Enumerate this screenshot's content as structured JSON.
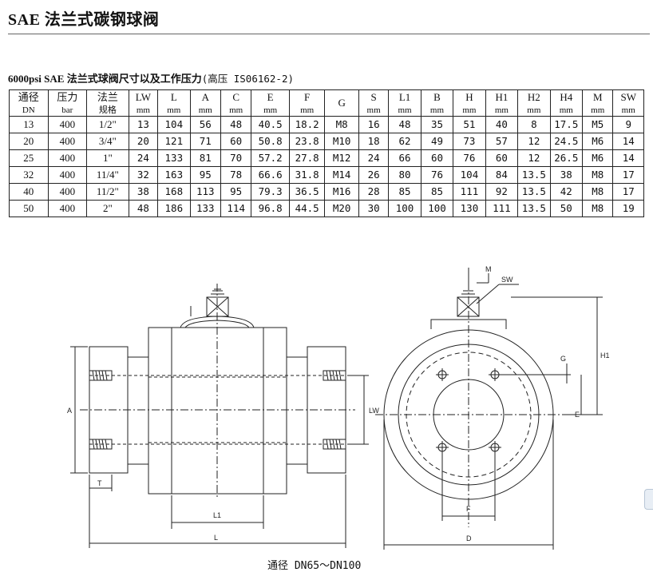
{
  "header": {
    "title": "SAE 法兰式碳钢球阀"
  },
  "caption": {
    "bold_part": "6000psi SAE 法兰式球阀尺寸以及工作压力",
    "rest": "(高压 IS06162-2)"
  },
  "table": {
    "headers": [
      {
        "top": "通径",
        "bottom": "DN"
      },
      {
        "top": "压力",
        "bottom": "bar"
      },
      {
        "top": "法兰",
        "bottom": "规格"
      },
      {
        "top": "LW",
        "bottom": "mm"
      },
      {
        "top": "L",
        "bottom": "mm"
      },
      {
        "top": "A",
        "bottom": "mm"
      },
      {
        "top": "C",
        "bottom": "mm"
      },
      {
        "top": "E",
        "bottom": "mm"
      },
      {
        "top": "F",
        "bottom": "mm"
      },
      {
        "top": "G",
        "bottom": ""
      },
      {
        "top": "S",
        "bottom": "mm"
      },
      {
        "top": "L1",
        "bottom": "mm"
      },
      {
        "top": "B",
        "bottom": "mm"
      },
      {
        "top": "H",
        "bottom": "mm"
      },
      {
        "top": "H1",
        "bottom": "mm"
      },
      {
        "top": "H2",
        "bottom": "mm"
      },
      {
        "top": "H4",
        "bottom": "mm"
      },
      {
        "top": "M",
        "bottom": "mm"
      },
      {
        "top": "SW",
        "bottom": "mm"
      }
    ],
    "rows": [
      [
        "13",
        "400",
        "1/2\"",
        "13",
        "104",
        "56",
        "48",
        "40.5",
        "18.2",
        "M8",
        "16",
        "48",
        "35",
        "51",
        "40",
        "8",
        "17.5",
        "M5",
        "9"
      ],
      [
        "20",
        "400",
        "3/4\"",
        "20",
        "121",
        "71",
        "60",
        "50.8",
        "23.8",
        "M10",
        "18",
        "62",
        "49",
        "73",
        "57",
        "12",
        "24.5",
        "M6",
        "14"
      ],
      [
        "25",
        "400",
        "1\"",
        "24",
        "133",
        "81",
        "70",
        "57.2",
        "27.8",
        "M12",
        "24",
        "66",
        "60",
        "76",
        "60",
        "12",
        "26.5",
        "M6",
        "14"
      ],
      [
        "32",
        "400",
        "11/4\"",
        "32",
        "163",
        "95",
        "78",
        "66.6",
        "31.8",
        "M14",
        "26",
        "80",
        "76",
        "104",
        "84",
        "13.5",
        "38",
        "M8",
        "17"
      ],
      [
        "40",
        "400",
        "11/2\"",
        "38",
        "168",
        "113",
        "95",
        "79.3",
        "36.5",
        "M16",
        "28",
        "85",
        "85",
        "111",
        "92",
        "13.5",
        "42",
        "M8",
        "17"
      ],
      [
        "50",
        "400",
        "2\"",
        "48",
        "186",
        "133",
        "114",
        "96.8",
        "44.5",
        "M20",
        "30",
        "100",
        "100",
        "130",
        "111",
        "13.5",
        "50",
        "M8",
        "19"
      ]
    ]
  },
  "drawing_labels": {
    "A": "A",
    "T": "T",
    "L1": "L1",
    "L": "L",
    "LW": "LW",
    "M": "M",
    "SW": "SW",
    "G": "G",
    "H1": "H1",
    "E": "E",
    "F": "F",
    "D": "D"
  },
  "footer": {
    "caption": "通径 DN65～DN100"
  }
}
